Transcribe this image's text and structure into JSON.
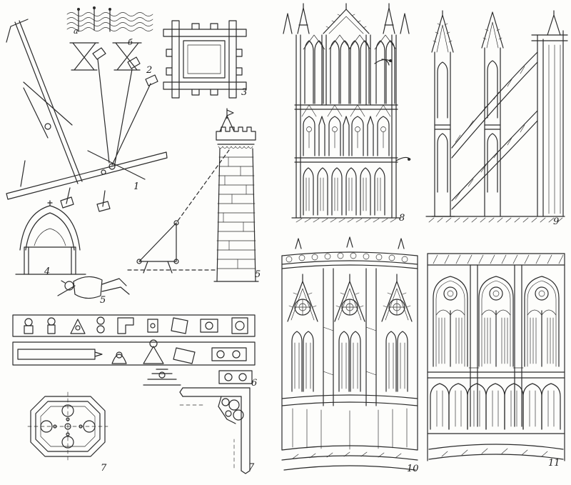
{
  "page": {
    "background": "#fdfdfb",
    "ink_color": "#2b2b2b"
  },
  "labels": {
    "fig1": "1",
    "fig2": "2",
    "fig3": "3",
    "fig4": "4",
    "fig5_man": "5",
    "fig5_tower": "5",
    "fig6": "6",
    "fig7_left": "7",
    "fig7_right": "7",
    "fig8": "8",
    "fig9": "9",
    "fig10": "10",
    "fig11": "11"
  },
  "sub_labels": {
    "fig2_a": "а",
    "fig2_b": "б"
  }
}
